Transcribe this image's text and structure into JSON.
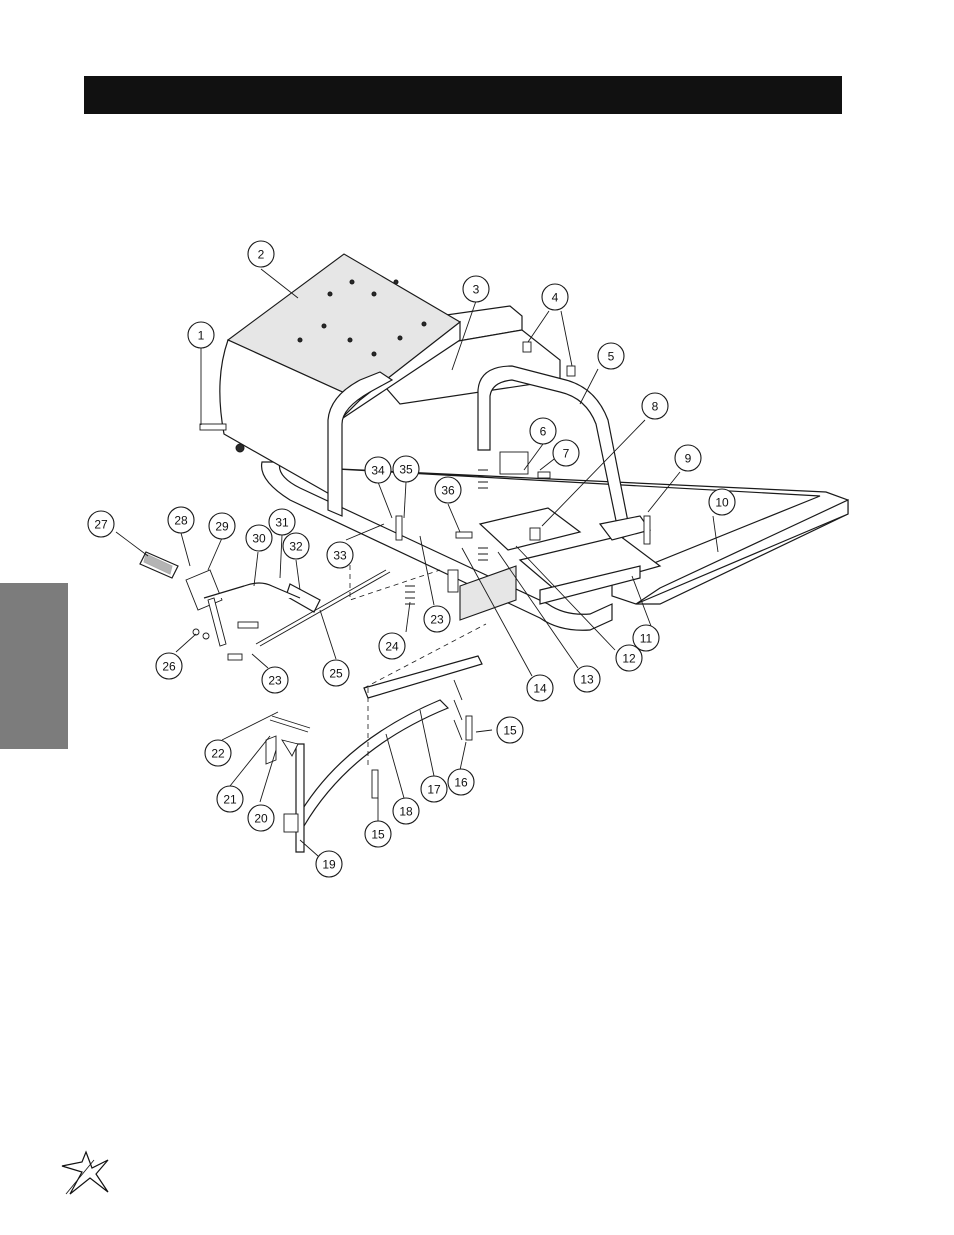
{
  "header": {
    "bar_color": "#111111"
  },
  "side_tab": {
    "color": "#7c7c7c"
  },
  "callouts": [
    {
      "label": "1"
    },
    {
      "label": "2"
    },
    {
      "label": "3"
    },
    {
      "label": "4"
    },
    {
      "label": "5"
    },
    {
      "label": "6"
    },
    {
      "label": "7"
    },
    {
      "label": "8"
    },
    {
      "label": "9"
    },
    {
      "label": "10"
    },
    {
      "label": "11"
    },
    {
      "label": "12"
    },
    {
      "label": "13"
    },
    {
      "label": "14"
    },
    {
      "label": "15"
    },
    {
      "label": "15"
    },
    {
      "label": "16"
    },
    {
      "label": "17"
    },
    {
      "label": "18"
    },
    {
      "label": "19"
    },
    {
      "label": "20"
    },
    {
      "label": "21"
    },
    {
      "label": "22"
    },
    {
      "label": "23"
    },
    {
      "label": "23"
    },
    {
      "label": "24"
    },
    {
      "label": "25"
    },
    {
      "label": "26"
    },
    {
      "label": "27"
    },
    {
      "label": "28"
    },
    {
      "label": "29"
    },
    {
      "label": "30"
    },
    {
      "label": "31"
    },
    {
      "label": "32"
    },
    {
      "label": "33"
    },
    {
      "label": "34"
    },
    {
      "label": "35"
    },
    {
      "label": "36"
    }
  ],
  "footer": {
    "logo": "star-logo-icon"
  }
}
